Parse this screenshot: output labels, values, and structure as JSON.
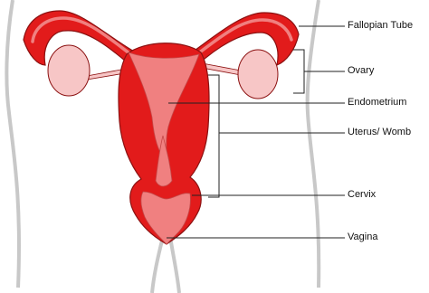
{
  "labels": {
    "fallopian_tube": "Fallopian Tube",
    "ovary": "Ovary",
    "endometrium": "Endometrium",
    "uterus": "Uterus/ Womb",
    "cervix": "Cervix",
    "vagina": "Vagina"
  },
  "colors": {
    "body_outline": "#c8c8c8",
    "organ_red": "#e21b1b",
    "organ_outline": "#8b1010",
    "lining_pink": "#f08080",
    "ovary_pink": "#f7c6c6",
    "leader_line": "#222222"
  },
  "icons": {
    "organ": "female-reproductive-system-illustration"
  }
}
